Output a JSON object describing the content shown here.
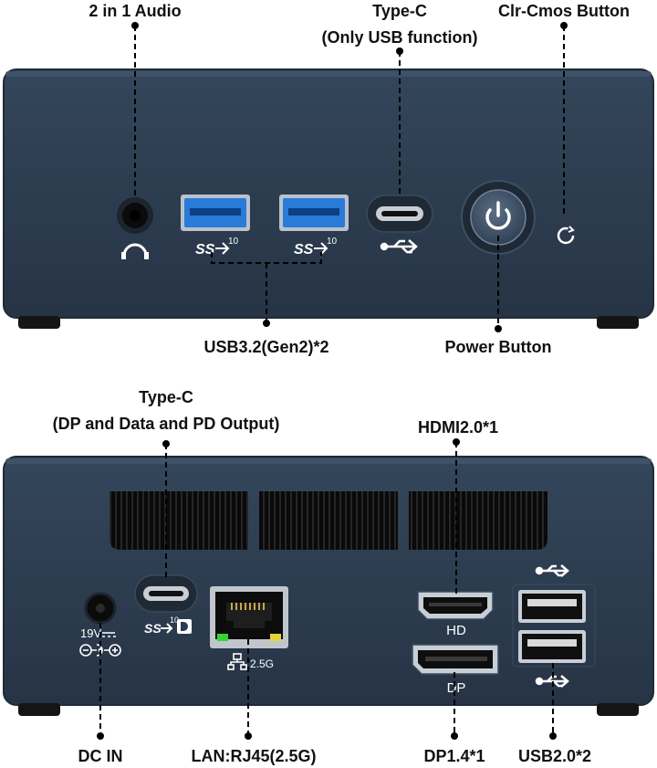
{
  "front_panel": {
    "labels": {
      "audio": "2 in 1 Audio",
      "typec_title": "Type-C",
      "typec_sub": "(Only USB function)",
      "clr_cmos": "Clr-Cmos Button",
      "usb32": "USB3.2(Gen2)*2",
      "power": "Power Button"
    },
    "port_marks": {
      "ss_logo": "SS",
      "ss_gen": "10"
    }
  },
  "back_panel": {
    "labels": {
      "typec_title": "Type-C",
      "typec_sub": "(DP and Data and PD Output)",
      "hdmi": "HDMI2.0*1",
      "dc_in": "DC IN",
      "lan": "LAN:RJ45(2.5G)",
      "dp": "DP1.4*1",
      "usb20": "USB2.0*2"
    },
    "port_marks": {
      "voltage": "19V",
      "lan_speed": "2.5G",
      "hd": "HD",
      "dp": "DP",
      "ss_logo": "SS",
      "ss_gen": "10"
    }
  },
  "colors": {
    "chassis": "#2b3a4c",
    "chassis_edge": "#1f2b39",
    "usb3_blue": "#2a7ad8",
    "port_black": "#111111",
    "mark_white": "#ffffff",
    "leader": "#000000"
  }
}
